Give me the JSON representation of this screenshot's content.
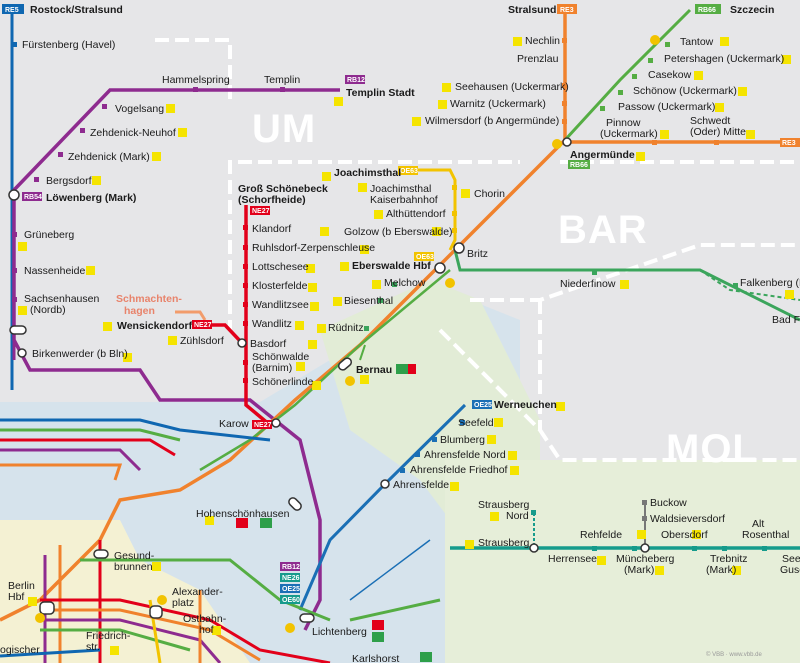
{
  "regions": {
    "um": "UM",
    "bar": "BAR",
    "mol": "MOL"
  },
  "destinations": {
    "rostock": {
      "badge": "RE5",
      "label": "Rostock/Stralsund"
    },
    "stralsund": {
      "badge": "RE3",
      "label": "Stralsund"
    },
    "szczecin": {
      "badge": "RB66",
      "label": "Szczecin"
    }
  },
  "line_badges": {
    "rb12": "RB12",
    "rb54": "RB54",
    "ne27": "NE27",
    "oe63": "OE63",
    "oe25": "OE25",
    "re3": "RE3",
    "rb66": "RB66",
    "lichtenberg_lines": [
      "RB12",
      "NE26",
      "OE25",
      "OE60"
    ]
  },
  "stations": {
    "fuerstenberg": "Fürstenberg (Havel)",
    "hammelspring": "Hammelspring",
    "templin": "Templin",
    "templin_stadt": "Templin Stadt",
    "vogelsang": "Vogelsang",
    "zehdenick_neuhof": "Zehdenick-Neuhof",
    "zehdenick": "Zehdenick (Mark)",
    "bergsdorf": "Bergsdorf",
    "loewenberg": "Löwenberg (Mark)",
    "grueneberg": "Grüneberg",
    "nassenheide": "Nassenheide",
    "sachsenhausen_1": "Sachsenhausen",
    "sachsenhausen_2": "(Nordb)",
    "birkenwerder": "Birkenwerder (b Bln)",
    "schmachtenhagen_1": "Schmachten-",
    "schmachtenhagen_2": "hagen",
    "wensickendorf": "Wensickendorf",
    "zuehlsdorf": "Zühlsdorf",
    "gross_schoenebeck_1": "Groß Schönebeck",
    "gross_schoenebeck_2": "(Schorfheide)",
    "klandorf": "Klandorf",
    "ruhlsdorf": "Ruhlsdorf-Zerpenschleuse",
    "lottschesee": "Lottschesee",
    "klosterfelde": "Klosterfelde",
    "wandlitzsee": "Wandlitzsee",
    "wandlitz": "Wandlitz",
    "basdorf": "Basdorf",
    "schoenwalde_1": "Schönwalde",
    "schoenwalde_2": "(Barnim)",
    "schoenerlinde": "Schönerlinde",
    "karow": "Karow",
    "nechlin": "Nechlin",
    "prenzlau": "Prenzlau",
    "seehausen": "Seehausen (Uckermark)",
    "warnitz": "Warnitz (Uckermark)",
    "wilmersdorf": "Wilmersdorf (b Angermünde)",
    "tantow": "Tantow",
    "petershagen": "Petershagen (Uckermark)",
    "casekow": "Casekow",
    "schoenow": "Schönow (Uckermark)",
    "passow": "Passow (Uckermark)",
    "pinnow_1": "Pinnow",
    "pinnow_2": "(Uckermark)",
    "schwedt_1": "Schwedt",
    "schwedt_2": "(Oder) Mitte",
    "angermuende": "Angermünde",
    "joachimsthal": "Joachimsthal",
    "joachimsthal_k_1": "Joachimsthal",
    "joachimsthal_k_2": "Kaiserbahnhof",
    "althuettendorf": "Althüttendorf",
    "golzow": "Golzow (b Eberswalde)",
    "chorin": "Chorin",
    "eberswalde": "Eberswalde Hbf",
    "britz": "Britz",
    "melchow": "Melchow",
    "biesenthal": "Biesenthal",
    "ruednitz": "Rüdnitz",
    "bernau": "Bernau",
    "niederfinow": "Niederfinow",
    "falkenberg": "Falkenberg (Mark)",
    "bad_f": "Bad F",
    "werneuchen": "Werneuchen",
    "seefeld": "Seefeld",
    "blumberg": "Blumberg",
    "ahrensfelde_nord": "Ahrensfelde Nord",
    "ahrensfelde_friedhof": "Ahrensfelde Friedhof",
    "ahrensfelde": "Ahrensfelde",
    "hohenschoenhausen": "Hohenschönhausen",
    "strausberg_nord_1": "Strausberg",
    "strausberg_nord_2": "Nord",
    "strausberg": "Strausberg",
    "herrensee": "Herrensee",
    "rehfelde": "Rehfelde",
    "buckow": "Buckow",
    "waldsieversdorf": "Waldsieversdorf",
    "muencheberg_1": "Müncheberg",
    "muencheberg_2": "(Mark)",
    "obersdorf": "Obersdorf",
    "trebnitz_1": "Trebnitz",
    "trebnitz_2": "(Mark)",
    "alt_rosenthal_1": "Alt",
    "alt_rosenthal_2": "Rosenthal",
    "seelow_1": "Seelo",
    "seelow_2": "Gusow",
    "gesundbrunnen_1": "Gesund-",
    "gesundbrunnen_2": "brunnen",
    "berlin_hbf_1": "Berlin",
    "berlin_hbf_2": "Hbf",
    "alexanderplatz_1": "Alexander-",
    "alexanderplatz_2": "platz",
    "friedrichstr_1": "Friedrich-",
    "friedrichstr_2": "str.",
    "ostbahnhof_1": "Ostbahn-",
    "ostbahnhof_2": "hof",
    "lichtenberg": "Lichtenberg",
    "karlshorst": "Karlshorst",
    "zoologischer": "ogischer"
  },
  "colors": {
    "re5": "#0f67b1",
    "rb12": "#8e2b8f",
    "ne27": "#e2001a",
    "re3": "#f0822d",
    "rb66": "#55ad43",
    "oe63": "#f2c300",
    "oe25": "#1a6fb5",
    "green_line": "#3ba55c",
    "teal_line": "#169b8c",
    "ne26_orange": "#f29c6b",
    "bg_gray": "#e4e4e6",
    "bg_blue": "#d9e5ee",
    "bg_green": "#e3eed8",
    "bg_cream": "#f6f3d6"
  },
  "footer_credit": "© VBB · www.vbb.de"
}
